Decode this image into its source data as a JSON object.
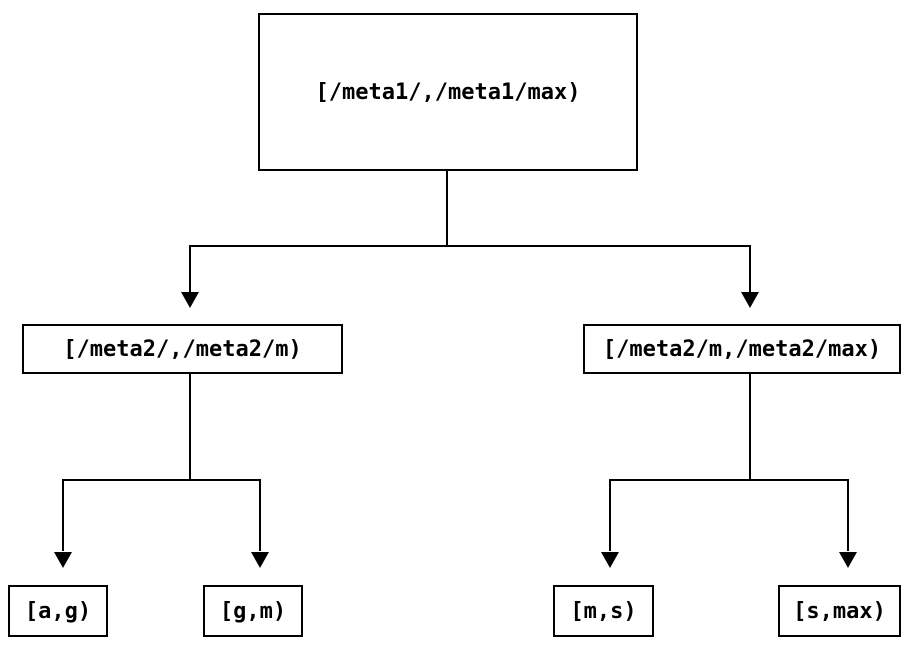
{
  "diagram": {
    "type": "binary-interval-tree",
    "nodes": {
      "root": {
        "label": "[/meta1/,/meta1/max)"
      },
      "left": {
        "label": "[/meta2/,/meta2/m)"
      },
      "right": {
        "label": "[/meta2/m,/meta2/max)"
      },
      "leaf_ag": {
        "label": "[a,g)"
      },
      "leaf_gm": {
        "label": "[g,m)"
      },
      "leaf_ms": {
        "label": "[m,s)"
      },
      "leaf_smax": {
        "label": "[s,max)"
      }
    },
    "edges": [
      {
        "from": "root",
        "to": "left",
        "arrow": "down"
      },
      {
        "from": "root",
        "to": "right",
        "arrow": "down"
      },
      {
        "from": "left",
        "to": "leaf_ag",
        "arrow": "down"
      },
      {
        "from": "left",
        "to": "leaf_gm",
        "arrow": "down"
      },
      {
        "from": "right",
        "to": "leaf_ms",
        "arrow": "down"
      },
      {
        "from": "right",
        "to": "leaf_smax",
        "arrow": "down"
      }
    ],
    "colors": {
      "background": "#ffffff",
      "line": "#000000",
      "node_border": "#000000",
      "node_fill": "#ffffff",
      "text": "#000000"
    }
  }
}
